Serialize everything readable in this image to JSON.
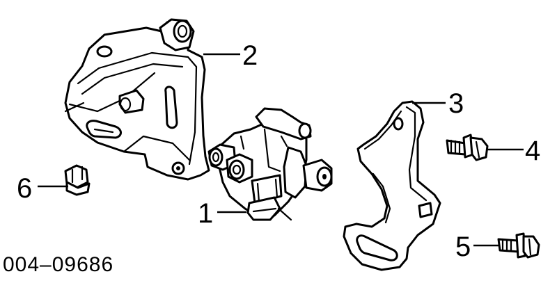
{
  "callouts": {
    "c1": "1",
    "c2": "2",
    "c3": "3",
    "c4": "4",
    "c5": "5",
    "c6": "6"
  },
  "figure_code": "004–09686",
  "parts": {
    "mounting_bracket": "bracket-icon",
    "power_steering_pump": "pump-icon",
    "support_bracket": "support-bracket-icon",
    "bolt_4": "bolt-icon",
    "bolt_5": "bolt-icon",
    "nut_6": "nut-icon"
  }
}
